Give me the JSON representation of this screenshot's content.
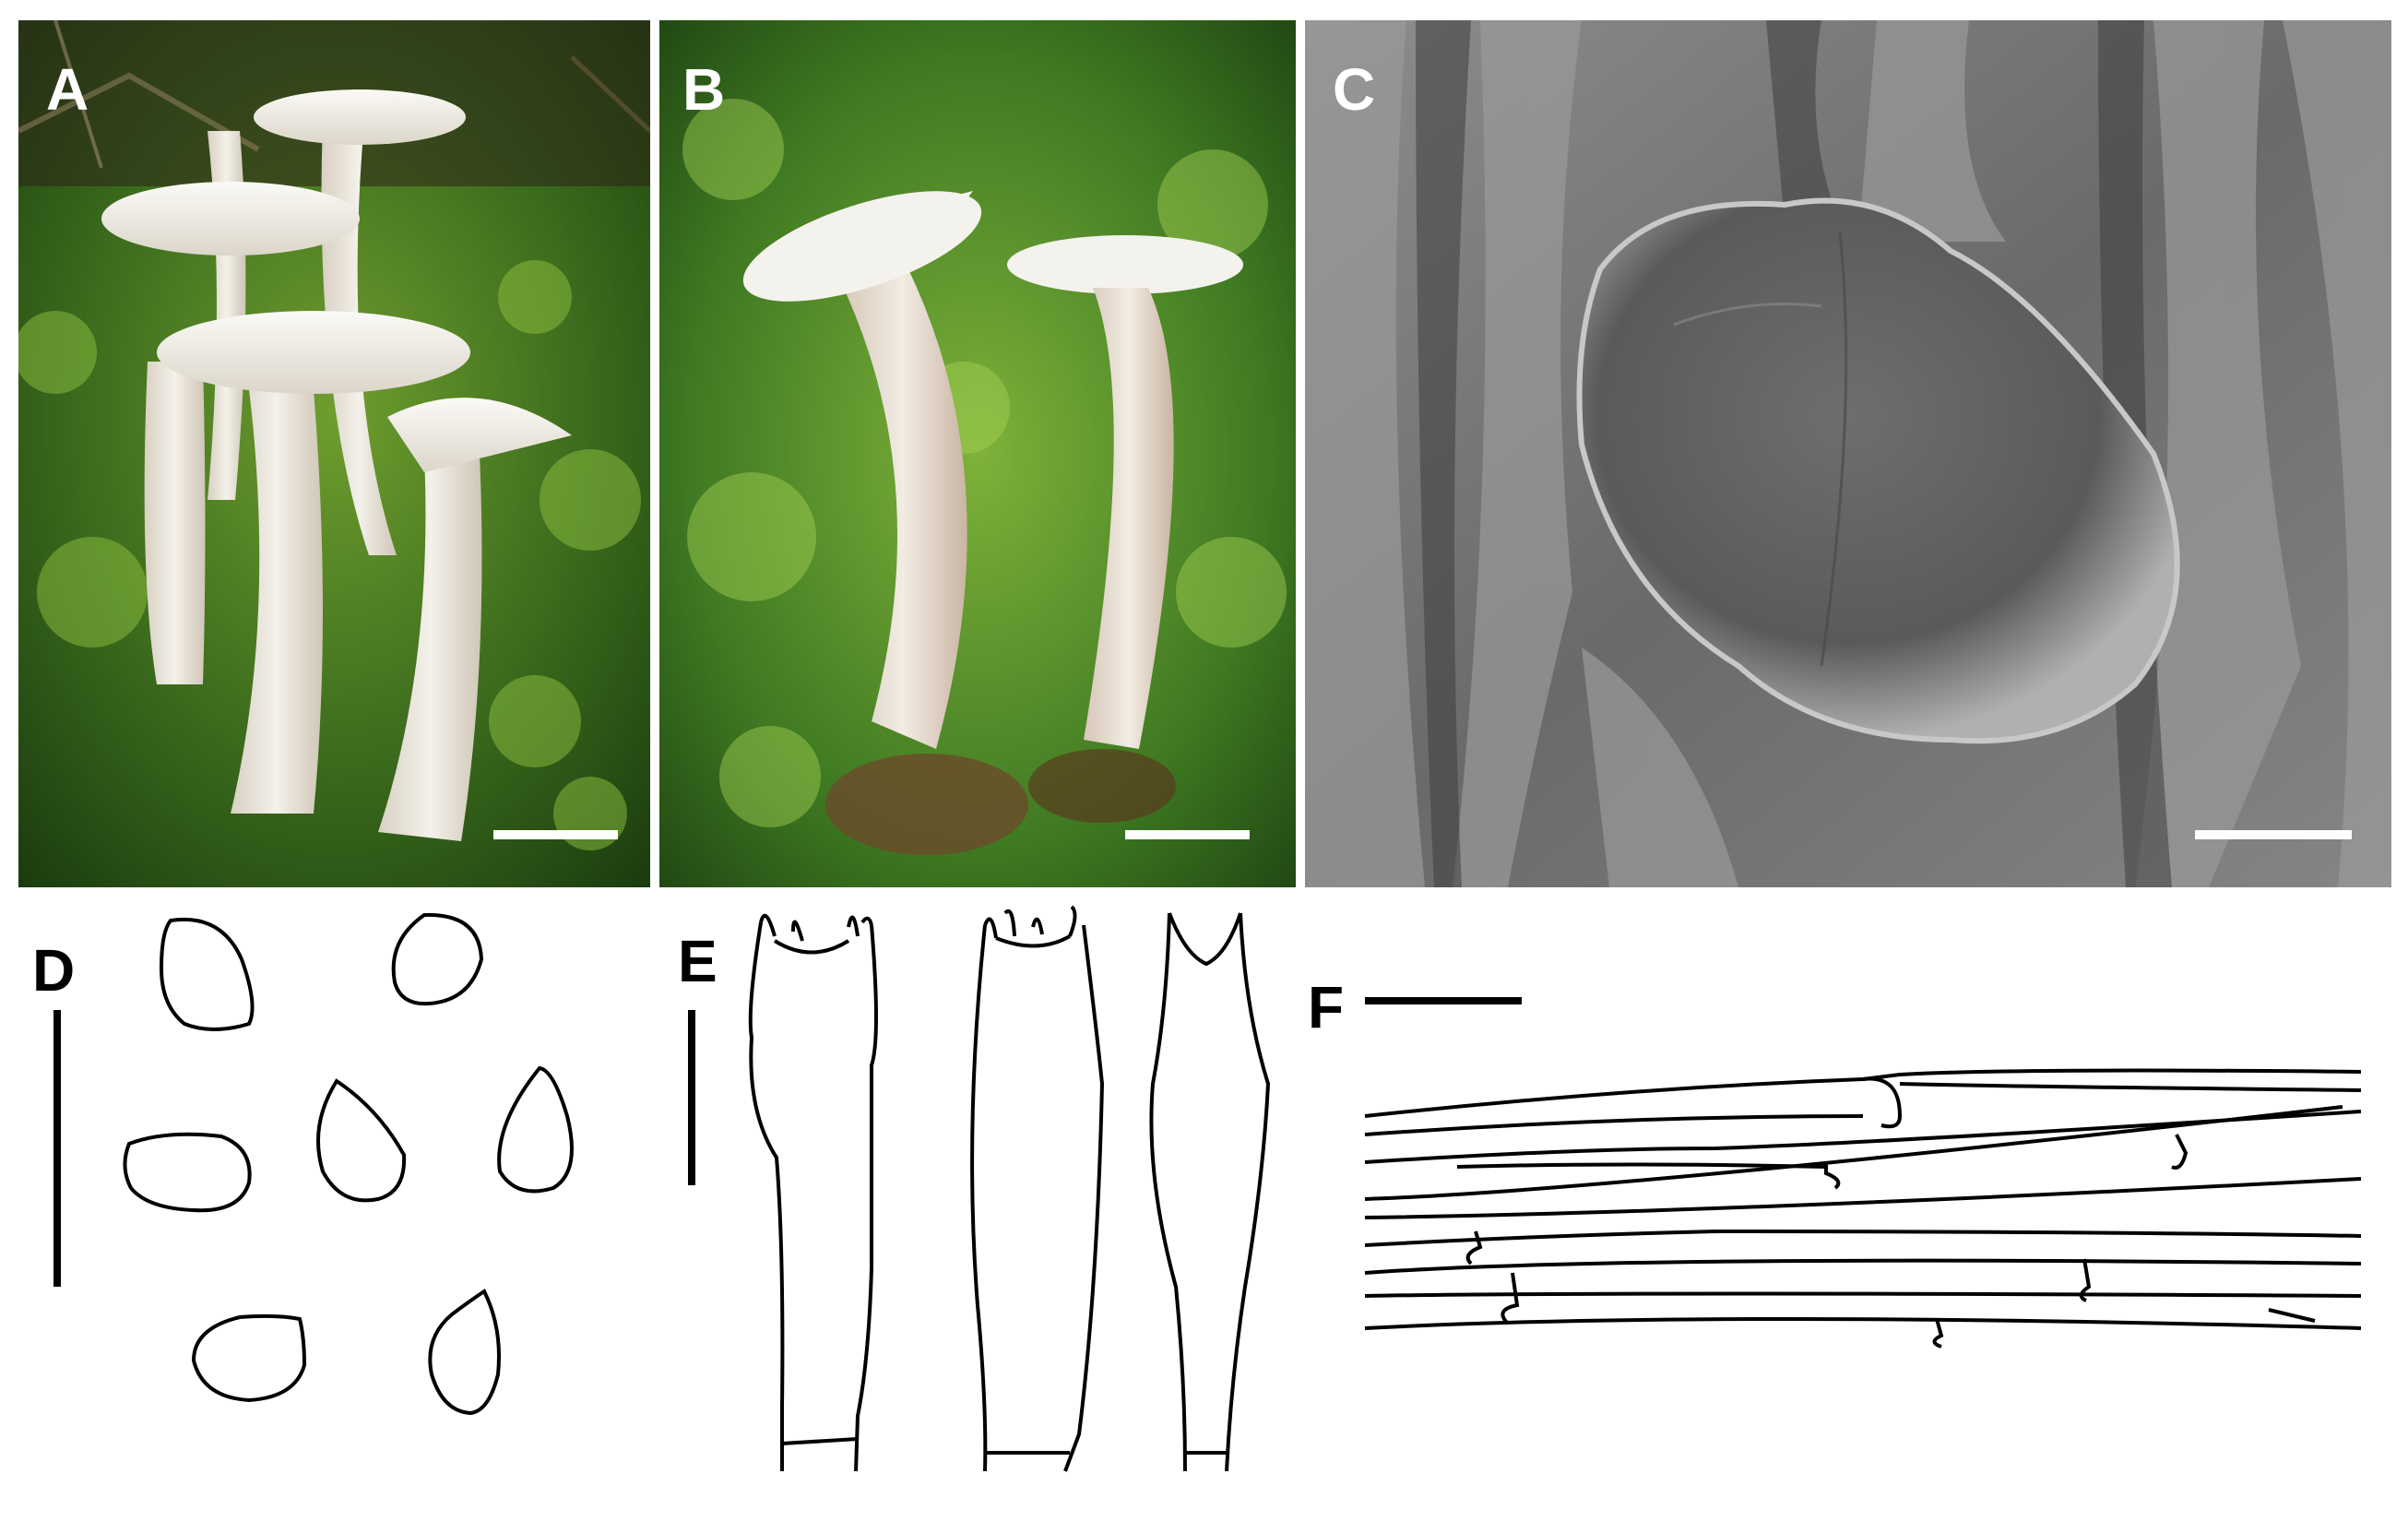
{
  "figure": {
    "panels": [
      {
        "id": "A",
        "label": "A",
        "kind": "photo",
        "subject": "mushroom-cluster-on-moss"
      },
      {
        "id": "B",
        "label": "B",
        "kind": "photo",
        "subject": "two-mushrooms-on-moss"
      },
      {
        "id": "C",
        "label": "C",
        "kind": "sem-micrograph",
        "subject": "spore"
      },
      {
        "id": "D",
        "label": "D",
        "kind": "line-drawing",
        "subject": "spores"
      },
      {
        "id": "E",
        "label": "E",
        "kind": "line-drawing",
        "subject": "basidia"
      },
      {
        "id": "F",
        "label": "F",
        "kind": "line-drawing",
        "subject": "hyphae-with-clamps"
      }
    ],
    "colors": {
      "moss_dark": "#1f4a12",
      "moss_mid": "#3f7a22",
      "moss_light": "#7fb23a",
      "cap_white": "#f2f0ea",
      "stem_cream": "#e8e2d6",
      "sem_gray": "#7a7a7a",
      "scale_bar_white": "#ffffff",
      "ink_black": "#000000"
    }
  }
}
